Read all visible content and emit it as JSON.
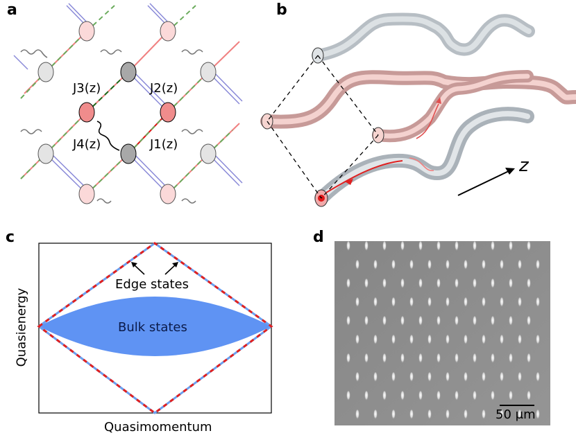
{
  "panels": {
    "a": {
      "label": "a",
      "couplings": [
        "J3(z)",
        "J2(z)",
        "J4(z)",
        "J1(z)"
      ]
    },
    "b": {
      "label": "b",
      "axis_label": "z"
    },
    "c": {
      "label": "c",
      "edge_label": "Edge states",
      "bulk_label": "Bulk states",
      "xlabel": "Quasimomentum",
      "ylabel": "Quasienergy"
    },
    "d": {
      "label": "d",
      "scalebar": "50 μm"
    }
  },
  "colors": {
    "red_link": "#f08080",
    "green_link": "#6aab5c",
    "blue_link": "#8a8ad8",
    "site_red": "#f4a0a0",
    "site_gray": "#bdbdbd",
    "bulk_fill": "#5f93f3",
    "edge_red": "#e02020",
    "edge_blue": "#6aa0f0"
  }
}
